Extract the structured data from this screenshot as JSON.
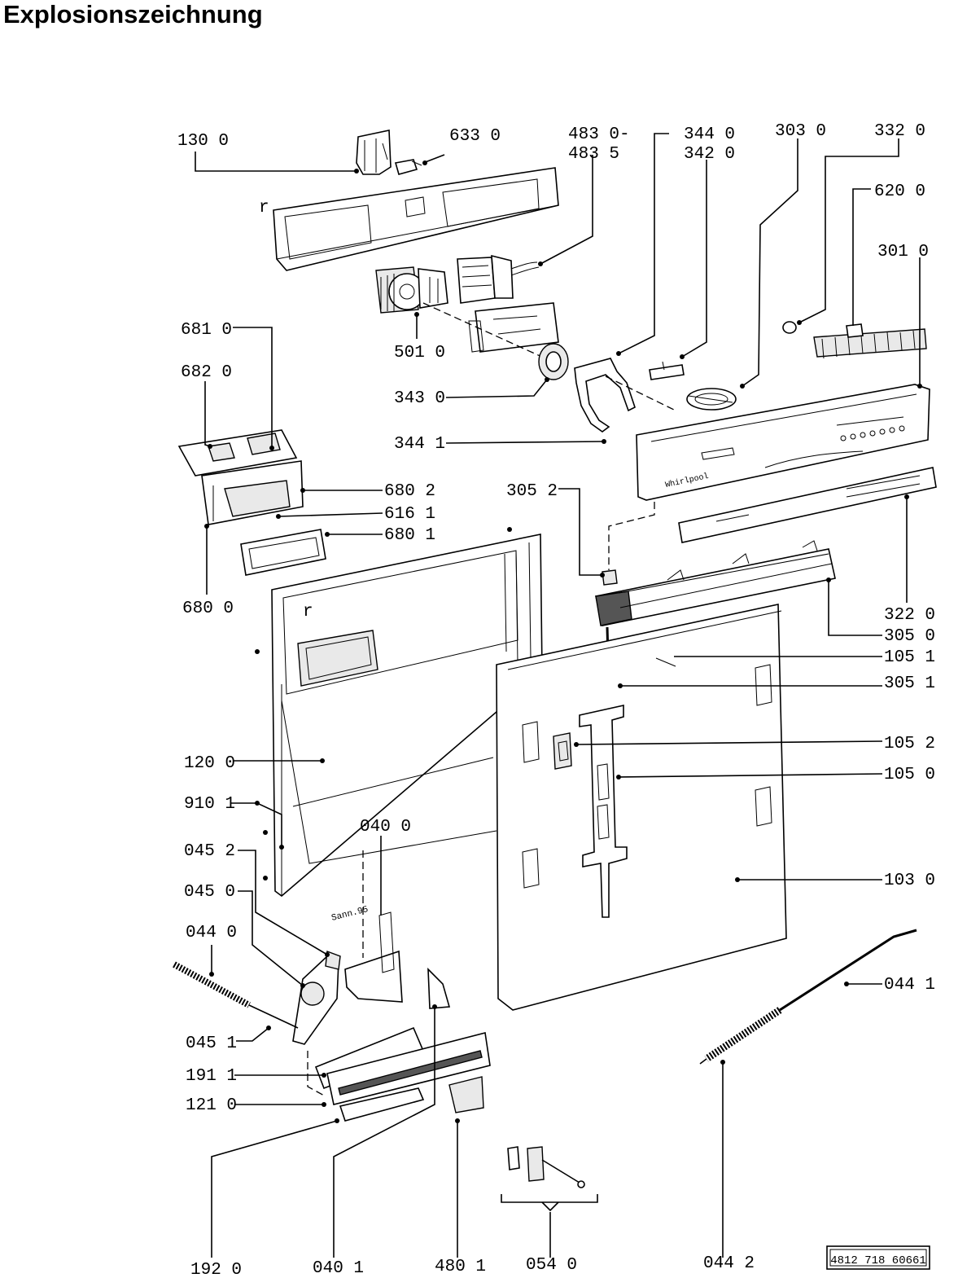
{
  "title": "Explosionszeichnung",
  "labels": [
    {
      "id": "130-0",
      "text": "130 0"
    },
    {
      "id": "633-0",
      "text": "633 0"
    },
    {
      "id": "483-0",
      "text": "483 0-"
    },
    {
      "id": "483-5",
      "text": "483 5"
    },
    {
      "id": "344-0",
      "text": "344 0"
    },
    {
      "id": "342-0",
      "text": "342 0"
    },
    {
      "id": "303-0",
      "text": "303 0"
    },
    {
      "id": "332-0",
      "text": "332 0"
    },
    {
      "id": "620-0",
      "text": "620 0"
    },
    {
      "id": "301-0",
      "text": "301 0"
    },
    {
      "id": "681-0",
      "text": "681 0"
    },
    {
      "id": "682-0",
      "text": "682 0"
    },
    {
      "id": "501-0",
      "text": "501 0"
    },
    {
      "id": "343-0",
      "text": "343 0"
    },
    {
      "id": "344-1",
      "text": "344 1"
    },
    {
      "id": "680-2",
      "text": "680 2"
    },
    {
      "id": "616-1",
      "text": "616 1"
    },
    {
      "id": "680-1",
      "text": "680 1"
    },
    {
      "id": "305-2",
      "text": "305 2"
    },
    {
      "id": "680-0",
      "text": "680 0"
    },
    {
      "id": "322-0",
      "text": "322 0"
    },
    {
      "id": "305-0",
      "text": "305 0"
    },
    {
      "id": "105-1",
      "text": "105 1"
    },
    {
      "id": "305-1",
      "text": "305 1"
    },
    {
      "id": "105-2",
      "text": "105 2"
    },
    {
      "id": "105-0",
      "text": "105 0"
    },
    {
      "id": "120-0",
      "text": "120 0"
    },
    {
      "id": "910-1",
      "text": "910 1"
    },
    {
      "id": "040-0",
      "text": "040 0"
    },
    {
      "id": "045-2",
      "text": "045 2"
    },
    {
      "id": "045-0",
      "text": "045 0"
    },
    {
      "id": "103-0",
      "text": "103 0"
    },
    {
      "id": "044-0",
      "text": "044 0"
    },
    {
      "id": "044-1",
      "text": "044 1"
    },
    {
      "id": "045-1",
      "text": "045 1"
    },
    {
      "id": "191-1",
      "text": "191 1"
    },
    {
      "id": "121-0",
      "text": "121 0"
    },
    {
      "id": "192-0",
      "text": "192 0"
    },
    {
      "id": "040-1",
      "text": "040 1"
    },
    {
      "id": "480-1",
      "text": "480 1"
    },
    {
      "id": "054-0",
      "text": "054 0"
    },
    {
      "id": "044-2",
      "text": "044 2"
    }
  ],
  "drawing_marks": {
    "letter_r": "r",
    "door_stamp": "Sann.95",
    "brand": "Whirlpool"
  },
  "document_number": "4812 718 60661"
}
